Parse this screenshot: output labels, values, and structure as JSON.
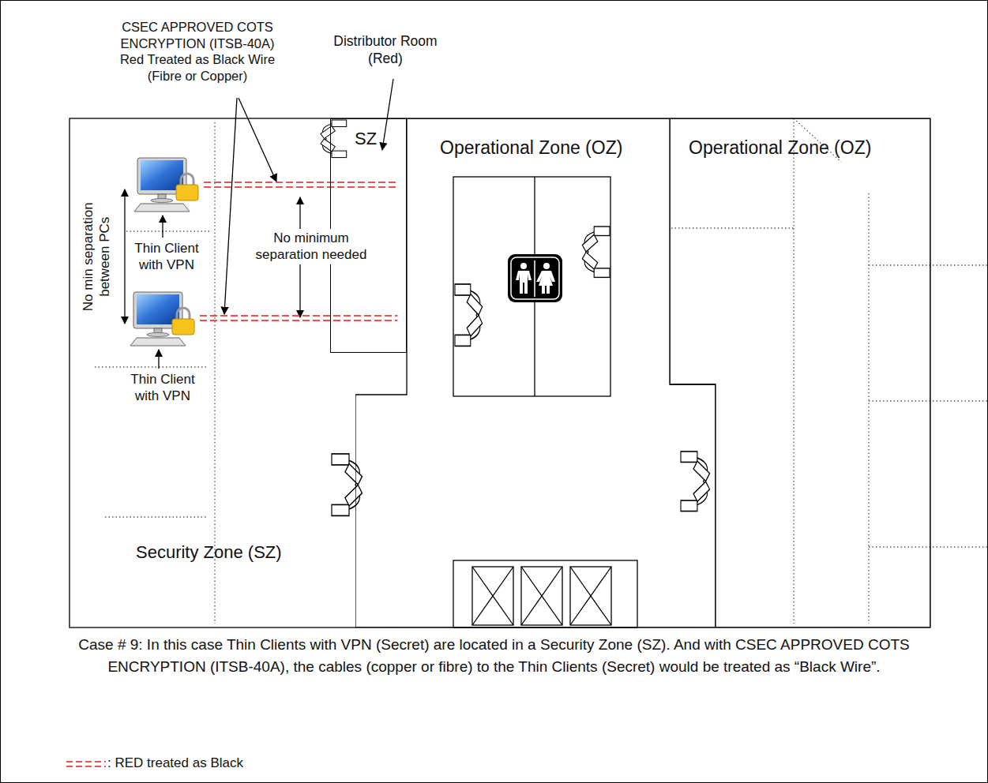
{
  "diagram": {
    "caption": "Case # 9: In this case Thin Clients with VPN (Secret) are located in a Security Zone (SZ). And with CSEC APPROVED COTS ENCRYPTION (ITSB-40A), the cables (copper or fibre) to the Thin Clients (Secret) would be treated as “Black Wire”.",
    "nodes": [
      {
        "text": [
          "SZ"
        ]
      },
      {
        "text": [
          "Operational Zone (OZ)"
        ]
      },
      {
        "text": [
          "Operational Zone (OZ)"
        ]
      },
      {
        "text": [
          "Thin Client with VPN"
        ]
      },
      {
        "text": [
          "Thin Client with VPN"
        ]
      }
    ],
    "edges": [
      {
        "from": 3,
        "to": 0,
        "arrow": "none"
      },
      {
        "from": 4,
        "to": 0,
        "arrow": "none"
      }
    ],
    "labels": [
      "CSEC APPROVED COTS ENCRYPTION (ITSB-40A) Red Treated as Black Wire (Fibre or Copper)",
      "Distributor Room (Red)",
      "No min separation between PCs",
      "No minimum separation needed",
      "Security Zone (SZ)"
    ],
    "legend": [
      {
        "text": ": RED treated as Black"
      }
    ]
  }
}
